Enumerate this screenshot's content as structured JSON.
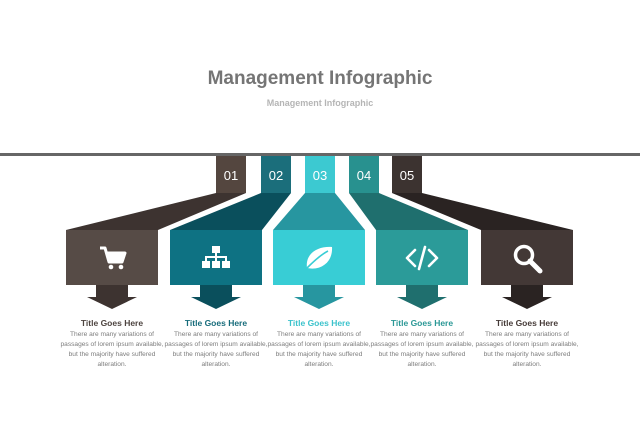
{
  "header": {
    "title": "Management Infographic",
    "subtitle": "Management Infographic"
  },
  "colors": {
    "rule": "#666666"
  },
  "steps": [
    {
      "number": "01",
      "icon": "shopping-cart-icon",
      "title": "Title Goes Here",
      "text": "There are many variations of passages of lorem ipsum available, but the majority have suffered alteration.",
      "tab_color": "#54463f",
      "color": "#564b46",
      "dark": "#3d3330",
      "title_color": "#4e4440"
    },
    {
      "number": "02",
      "icon": "sitemap-icon",
      "title": "Title Goes Here",
      "text": "There are many variations of passages of lorem ipsum available, but the majority have suffered alteration.",
      "tab_color": "#1b6e7b",
      "color": "#0e7283",
      "dark": "#0a4f5c",
      "title_color": "#176c7b"
    },
    {
      "number": "03",
      "icon": "leaf-icon",
      "title": "Title Goes Here",
      "text": "There are many variations of passages of lorem ipsum available, but the majority have suffered alteration.",
      "tab_color": "#3cc9d1",
      "color": "#38cdd5",
      "dark": "#2796a0",
      "title_color": "#3cc3cc"
    },
    {
      "number": "04",
      "icon": "code-icon",
      "title": "Title Goes Here",
      "text": "There are many variations of passages of lorem ipsum available, but the majority have suffered alteration.",
      "tab_color": "#28918f",
      "color": "#2b9b99",
      "dark": "#1f6f6e",
      "title_color": "#2b9896"
    },
    {
      "number": "05",
      "icon": "search-icon",
      "title": "Title Goes Here",
      "text": "There are many variations of passages of lorem ipsum available, but the majority have suffered alteration.",
      "tab_color": "#3c3330",
      "color": "#433836",
      "dark": "#2a2322",
      "title_color": "#463b38"
    }
  ]
}
